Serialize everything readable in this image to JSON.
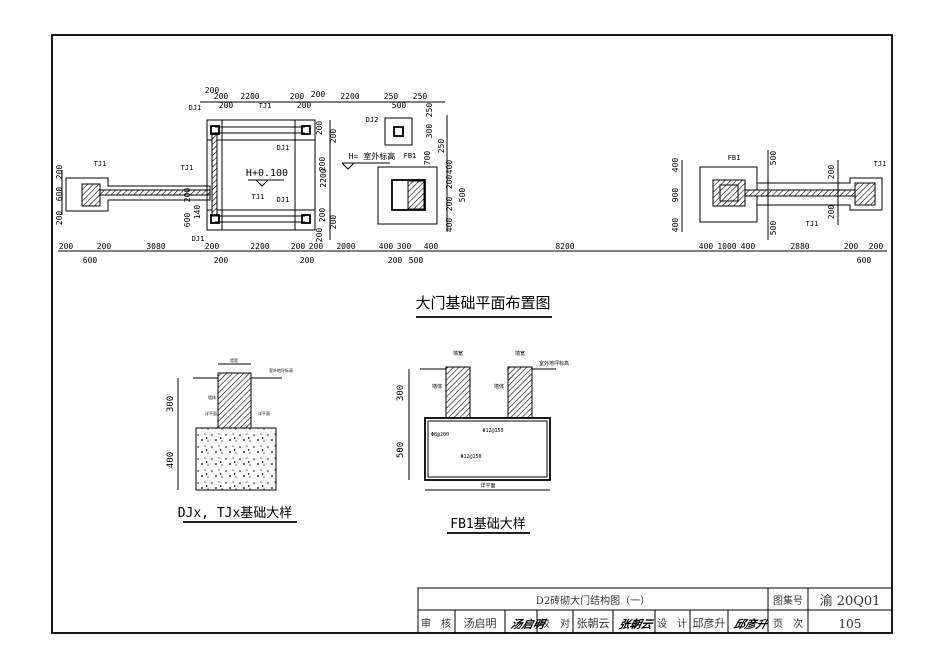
{
  "plan": {
    "title": "大门基础平面布置图",
    "elevation_label": "H+0.100",
    "outdoor_label": "H= 室外标高",
    "labels": [
      "DJ1",
      "TJ1",
      "DJ2",
      "FB1",
      "TJ1",
      "TJ1",
      "DJ1",
      "DJ1",
      "TJ1",
      "DJ1",
      "FB1",
      "TJ1",
      "TJ1"
    ],
    "dims_top": [
      "200",
      "200",
      "2200",
      "200",
      "200",
      "2200",
      "250",
      "250",
      "200",
      "200",
      "500"
    ],
    "dims_bottom": [
      "200",
      "600",
      "200",
      "3080",
      "200",
      "200",
      "2200",
      "200",
      "200",
      "200",
      "2000",
      "400",
      "200",
      "300",
      "500",
      "400",
      "8200",
      "400",
      "1000",
      "400",
      "2880",
      "200",
      "600",
      "200"
    ],
    "dims_vertical_left": [
      "200",
      "600",
      "200",
      "600",
      "140",
      "200"
    ],
    "dims_vertical_mid": [
      "200",
      "200",
      "200",
      "2200",
      "200",
      "200",
      "200"
    ],
    "dims_vertical_fb1": [
      "250",
      "300",
      "250",
      "700",
      "400",
      "200",
      "500",
      "200",
      "400"
    ],
    "dims_vertical_right": [
      "400",
      "900",
      "400",
      "500",
      "500",
      "200",
      "200"
    ]
  },
  "detail_djx": {
    "title": "DJx, TJx基础大样",
    "dims": [
      "300",
      "400"
    ],
    "labels": [
      "墙宽",
      "室外地坪标高",
      "墙体",
      "详平面",
      "详平面"
    ]
  },
  "detail_fb1": {
    "title": "FB1基础大样",
    "dims": [
      "300",
      "500"
    ],
    "labels": [
      "墙宽",
      "墙宽",
      "室外地坪标高",
      "墙体",
      "墙体",
      "Φ8@200",
      "Φ12@150",
      "Φ12@150",
      "详平面"
    ]
  },
  "title_block": {
    "drawing_title": "D2砖砌大门结构图（一）",
    "atlas_no_label": "图集号",
    "atlas_no": "渝 20Q01",
    "review_label": "审　核",
    "reviewer": "汤启明",
    "reviewer_sign": "汤启明",
    "check_label": "校　对",
    "checker": "张朝云",
    "checker_sign": "张朝云",
    "design_label": "设　计",
    "designer": "邱彦升",
    "designer_sign": "邱彦升",
    "page_label": "页　次",
    "page_no": "105"
  }
}
